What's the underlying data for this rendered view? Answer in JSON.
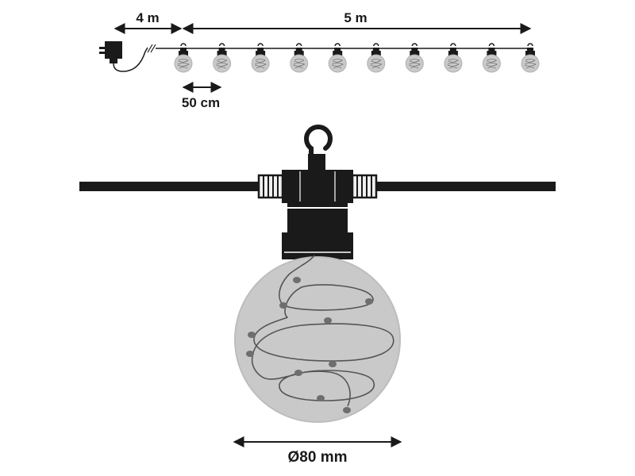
{
  "dimensions": {
    "cable_length": "4 m",
    "string_length": "5 m",
    "bulb_spacing": "50 cm",
    "bulb_diameter": "Ø80 mm"
  },
  "bulb_count": 10,
  "colors": {
    "ink": "#1a1a1a",
    "bulb_fill": "#c9c9c9",
    "bulb_edge": "#b0b0b0",
    "background": "#ffffff"
  },
  "icons": [
    "power-adapter-icon",
    "plug-icon",
    "bulb-icon",
    "hook-icon",
    "led-wire-icon"
  ]
}
